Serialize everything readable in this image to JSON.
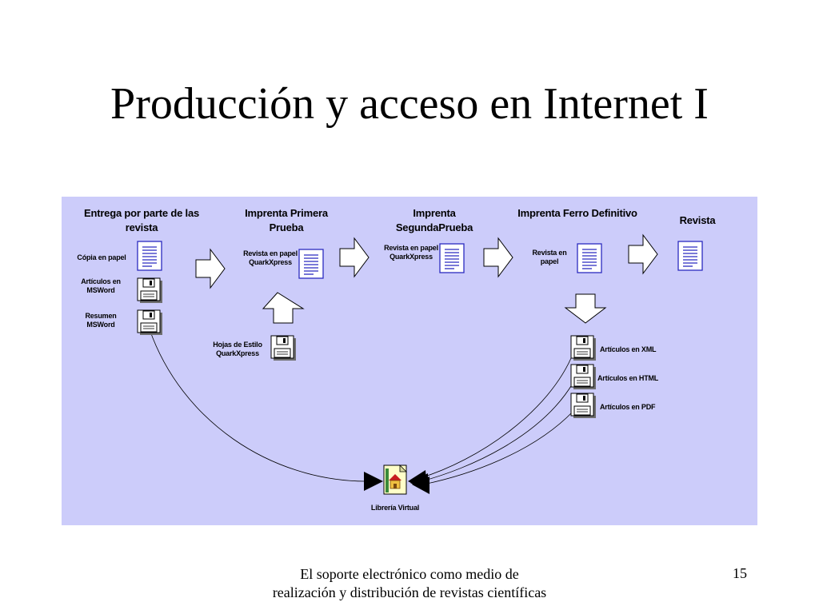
{
  "slide": {
    "title": "Producción y acceso en Internet I",
    "footer": "El soporte electrónico como medio de realización y distribución de revistas científicas",
    "page_number": "15"
  },
  "diagram": {
    "stages": [
      {
        "title": "Entrega por parte de las revista"
      },
      {
        "title": "Imprenta Primera Prueba"
      },
      {
        "title": "Imprenta SegundaPrueba"
      },
      {
        "title": "Imprenta Ferro Definitivo"
      },
      {
        "title": "Revista"
      }
    ],
    "items": {
      "copia_papel": "Cópia en papel",
      "articulos_msword": "Artículos en MSWord",
      "resumen_msword": "Resumen MSWord",
      "revista_papel_quark_1": "Revista en papel QuarkXpress",
      "revista_papel_quark_2": "Revista en papel QuarkXpress",
      "hojas_estilo": "Hojas de Estilo QuarkXpress",
      "revista_papel": "Revista en papel",
      "articulos_xml": "Artículos en XML",
      "articulos_html": "Artículos en HTML",
      "articulos_pdf": "Artículos en PDF",
      "libreria_virtual": "Librería Virtual"
    },
    "colors": {
      "panel": "#ccccfa",
      "document_lines": "#2b2bc0"
    }
  }
}
